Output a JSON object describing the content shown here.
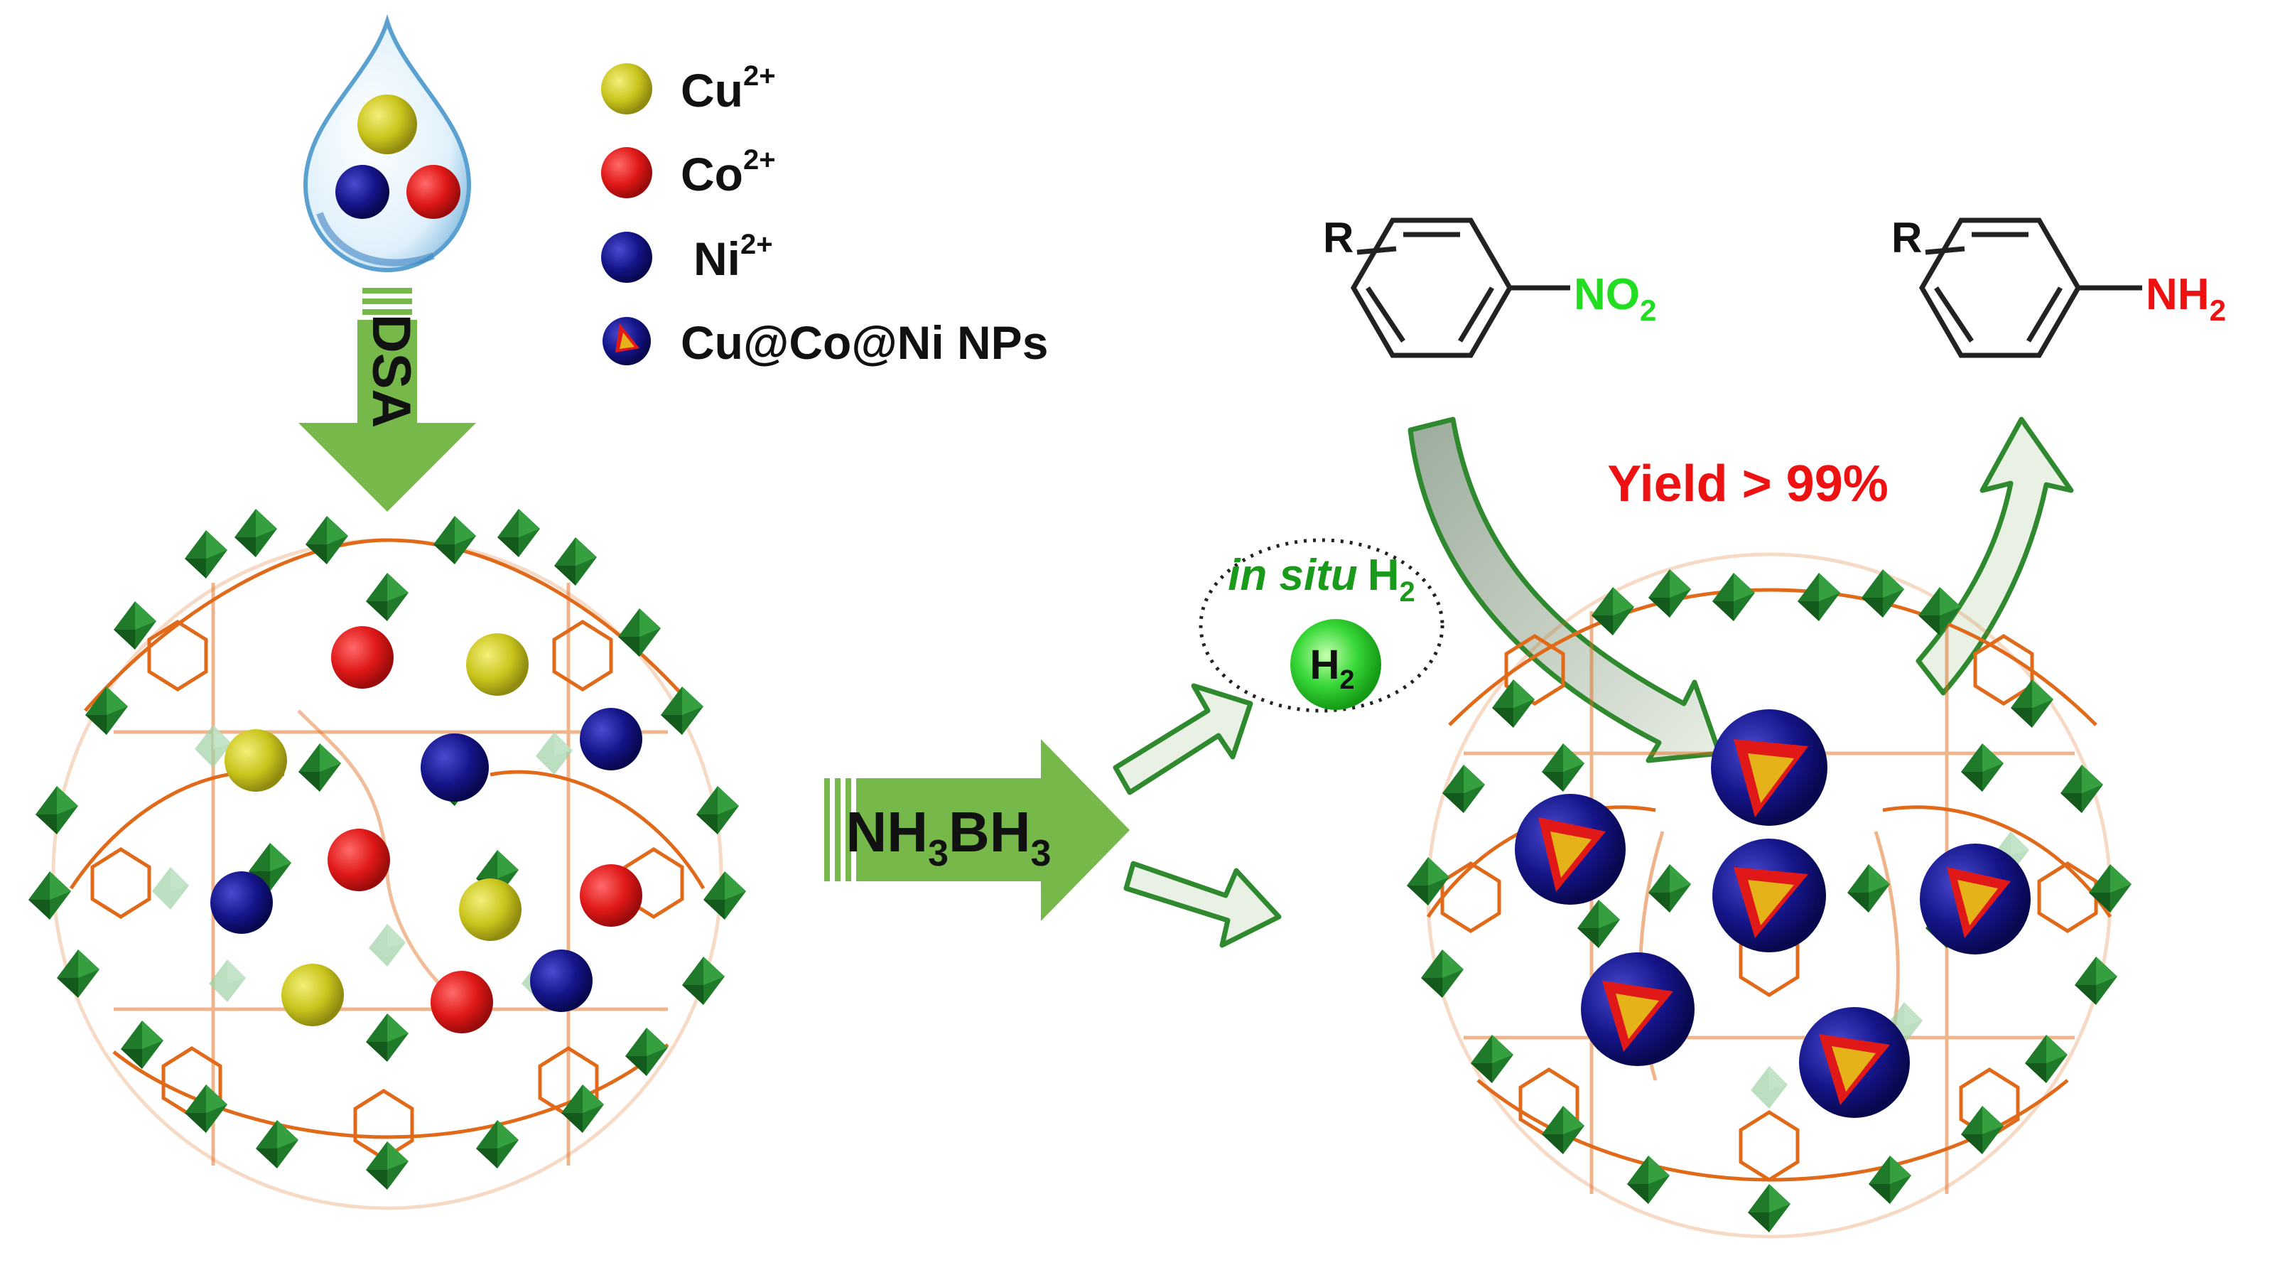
{
  "legend": {
    "items": [
      {
        "label": "Cu",
        "sup": "2+",
        "color": "#c8c41c"
      },
      {
        "label": "Co",
        "sup": "2+",
        "color": "#e01818"
      },
      {
        "label": "Ni",
        "sup": "2+",
        "color": "#15158a"
      },
      {
        "label": "Cu@Co@Ni NPs",
        "sup": "",
        "color": "#15158a"
      }
    ]
  },
  "arrows": {
    "dsa_label": "DSA",
    "reductant": {
      "main": "NH",
      "sub1": "3",
      "mid": "BH",
      "sub2": "3"
    }
  },
  "hydrogen": {
    "insitu_italic": "in situ",
    "insitu_rest": "H",
    "insitu_sub": "2",
    "bubble_main": "H",
    "bubble_sub": "2"
  },
  "reaction": {
    "reactant_r": "R",
    "reactant_group": {
      "main": "NO",
      "sub": "2",
      "color": "#22dd22"
    },
    "product_r": "R",
    "product_group": {
      "main": "NH",
      "sub": "2",
      "color": "#ee1111"
    },
    "yield_text": "Yield > 99%",
    "yield_color": "#ee1111"
  },
  "colors": {
    "arrow_green": "#76b84a",
    "arrow_outline": "#2f8a2f",
    "framework_green": "#1f7a2a",
    "linker_orange": "#e06a1a"
  }
}
